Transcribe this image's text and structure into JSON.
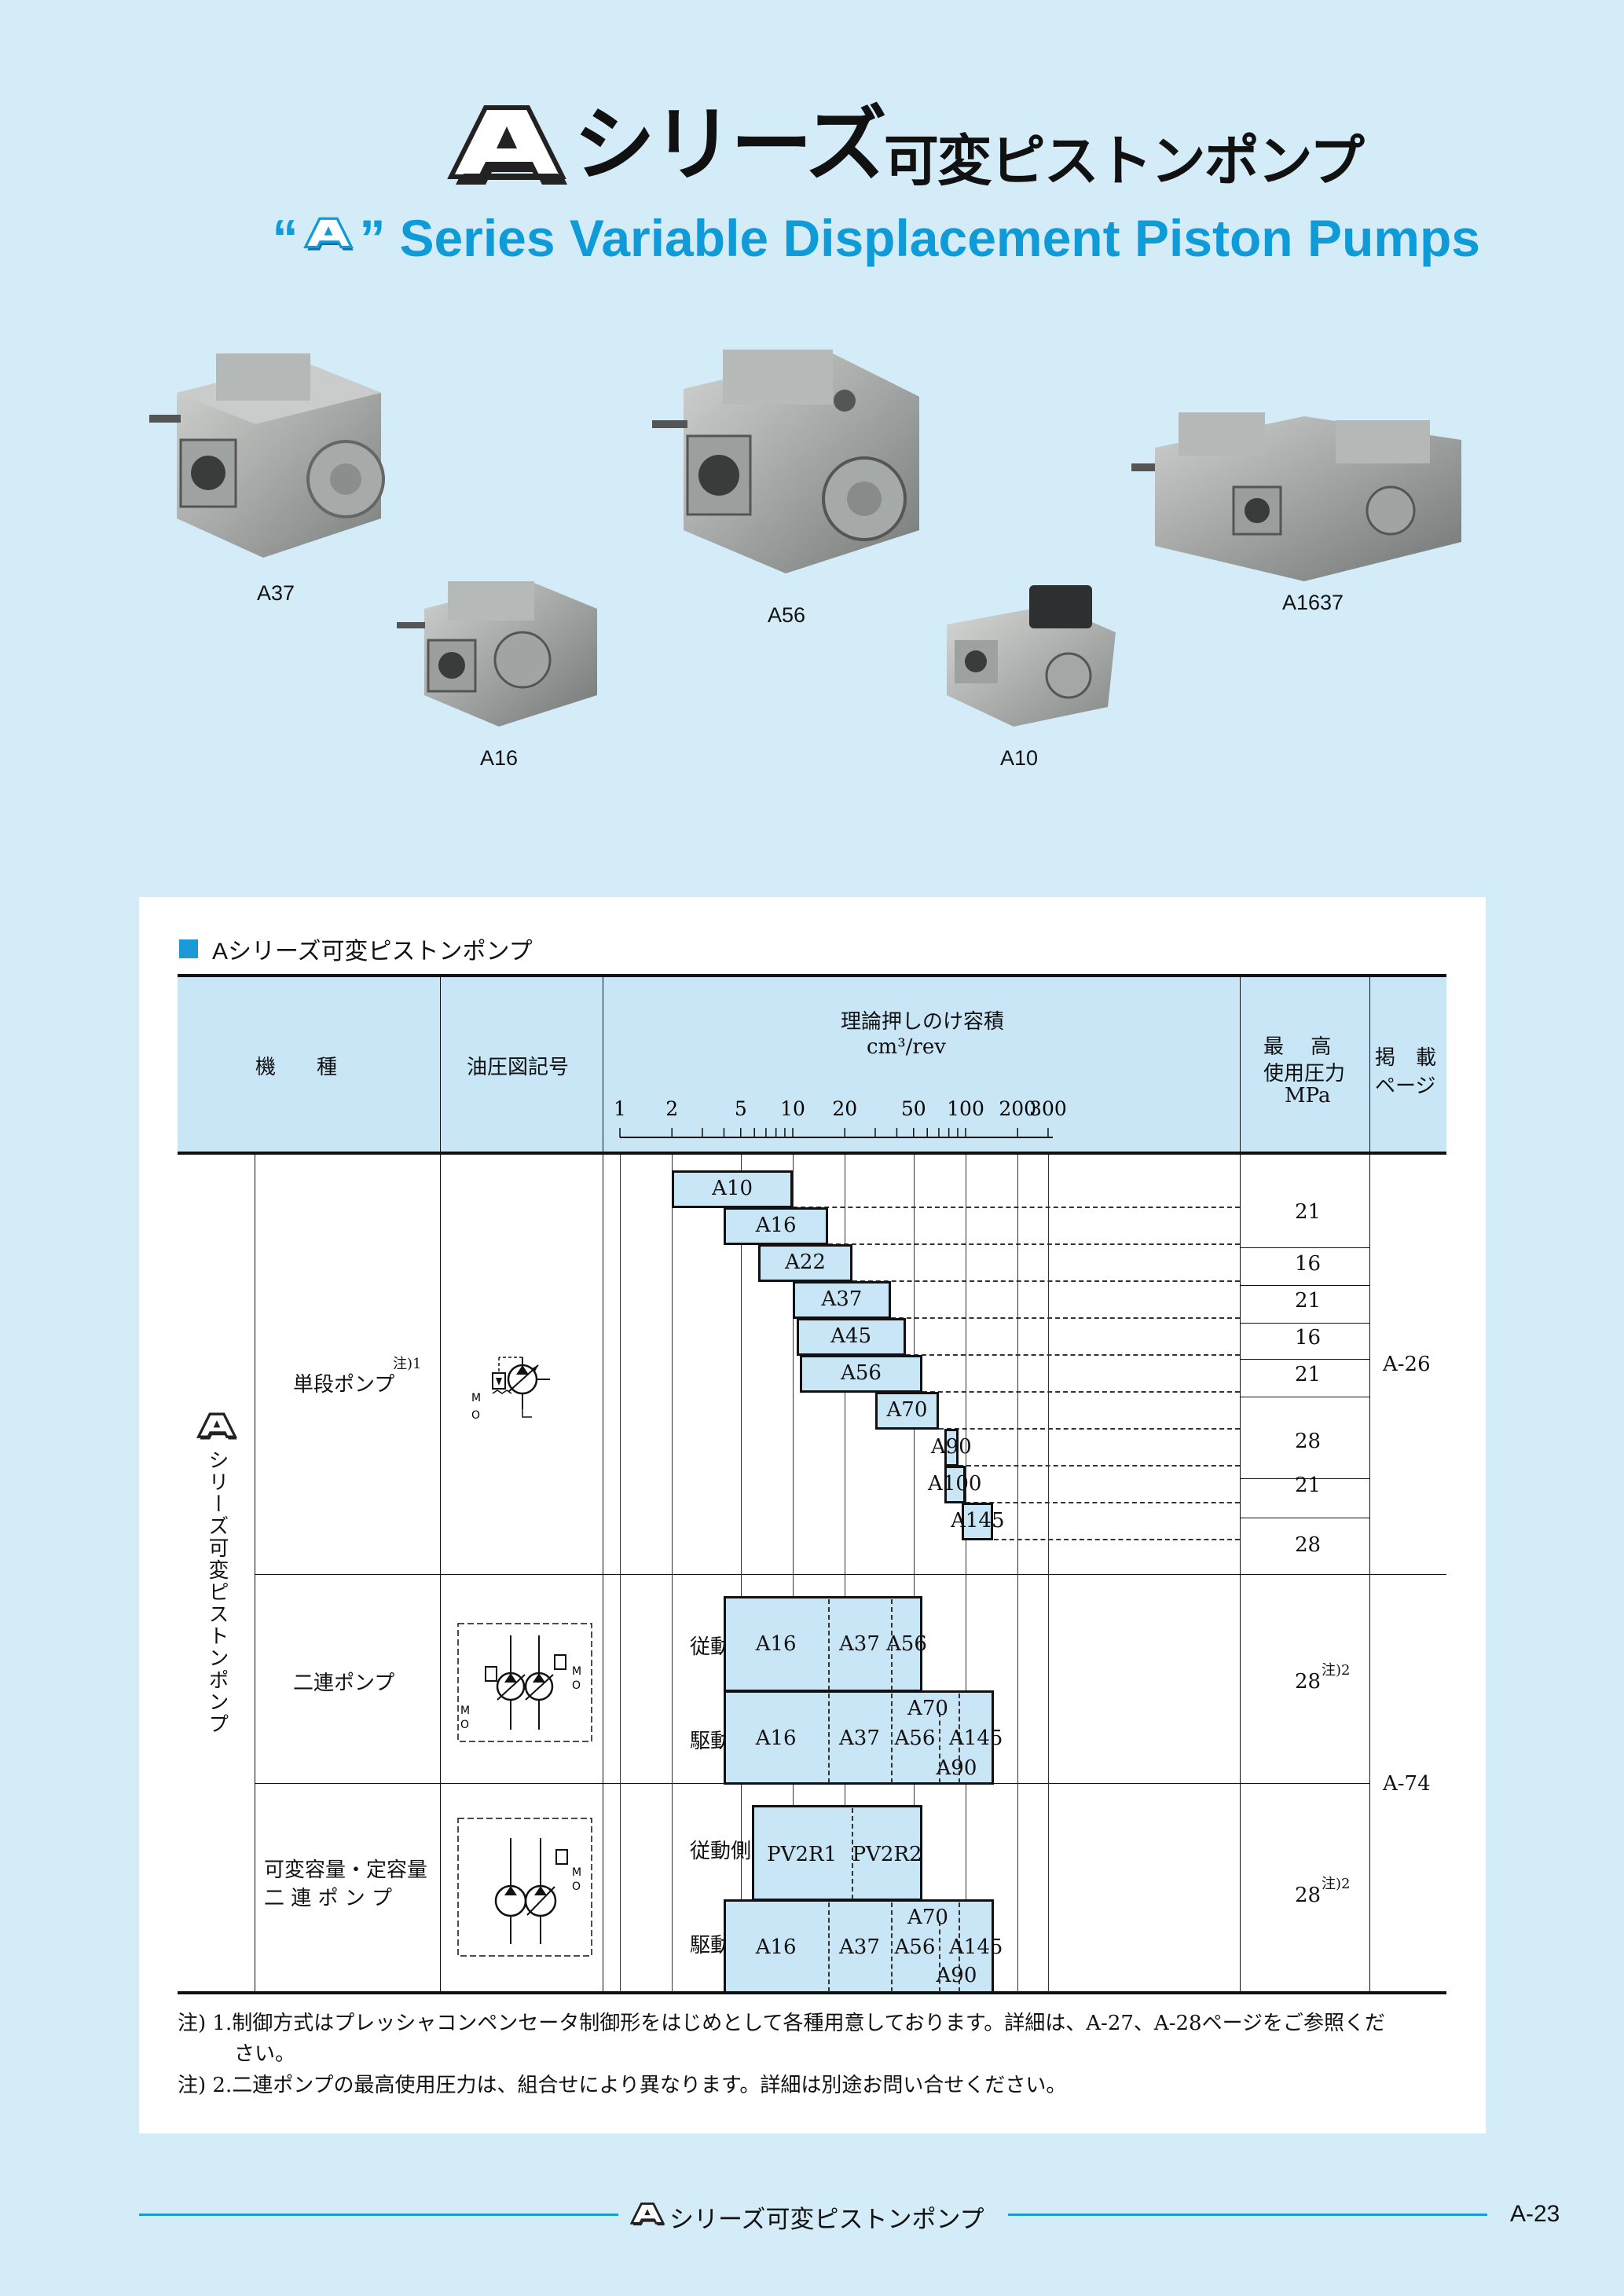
{
  "header": {
    "logo_letter": "A",
    "title_jp_big": "シリーズ",
    "title_jp_rest": "可変ピストンポンプ",
    "title_en_open_quote": "“",
    "title_en_close_quote": "”",
    "title_en": "Series Variable Displacement Piston Pumps"
  },
  "products": [
    {
      "label": "A37",
      "icon": "single-pump-photo"
    },
    {
      "label": "A16",
      "icon": "single-pump-photo"
    },
    {
      "label": "A56",
      "icon": "single-pump-photo"
    },
    {
      "label": "A10",
      "icon": "compact-pump-photo"
    },
    {
      "label": "A1637",
      "icon": "double-pump-photo"
    }
  ],
  "table": {
    "section_title": "Aシリーズ可変ピストンポンプ",
    "headers": {
      "model": "機　　種",
      "symbol": "油圧図記号",
      "displacement_line1": "理論押しのけ容積",
      "displacement_unit": "cm³/rev",
      "pressure": [
        "最　 高",
        "使用圧力",
        "MPa"
      ],
      "page": [
        "掲　載",
        "ページ"
      ]
    },
    "scale_ticks": [
      "1",
      "2",
      "5",
      "10",
      "20",
      "50",
      "100",
      "200",
      "300"
    ],
    "series_label": "シリーズ可変ピストンポンプ",
    "groups": [
      {
        "name": "単段ポンプ",
        "note_mark": "注)1",
        "rows": [
          {
            "model": "A10",
            "min": 2.0,
            "max": 10.0,
            "pressure": "21"
          },
          {
            "model": "A16",
            "min": 4.0,
            "max": 16.0,
            "pressure": ""
          },
          {
            "model": "A22",
            "min": 6.3,
            "max": 22.2,
            "pressure": "16"
          },
          {
            "model": "A37",
            "min": 10.0,
            "max": 36.9,
            "pressure": "21"
          },
          {
            "model": "A45",
            "min": 10.5,
            "max": 45.0,
            "pressure": "16"
          },
          {
            "model": "A56",
            "min": 11.0,
            "max": 56.2,
            "pressure": "21"
          },
          {
            "model": "A70",
            "min": 30.0,
            "max": 70.0,
            "pressure": "28"
          },
          {
            "model": "A90",
            "min": 75.0,
            "max": 91.0,
            "pressure": ""
          },
          {
            "model": "A100",
            "min": 75.0,
            "max": 100.0,
            "pressure": "21"
          },
          {
            "model": "A145",
            "min": 95.0,
            "max": 145.0,
            "pressure": "28"
          }
        ],
        "page": "A-26"
      },
      {
        "name": "二連ポンプ",
        "driven_label": "従動側",
        "drive_label": "駆動側",
        "driven_models": [
          "A16",
          "A37",
          "A56"
        ],
        "drive_models": [
          "A16",
          "A37",
          "A56",
          "A70",
          "A90",
          "A145"
        ],
        "pressure": "28",
        "pressure_note": "注)2"
      },
      {
        "name_line1": "可変容量・定容量",
        "name_line2": "二 連 ポ ン プ",
        "driven_label": "従動側",
        "drive_label": "駆動側",
        "driven_models": [
          "PV2R1",
          "PV2R2"
        ],
        "drive_models": [
          "A16",
          "A37",
          "A56",
          "A70",
          "A90",
          "A145"
        ],
        "pressure": "28",
        "pressure_note": "注)2",
        "page": "A-74"
      }
    ],
    "symbol_letters": {
      "m": "M",
      "o": "O"
    },
    "notes": [
      {
        "mark": "注) 1.",
        "text": "制御方式はプレッシャコンペンセータ制御形をはじめとして各種用意しております。詳細は、A-27、A-28ページをご参照くだ",
        "cont": "さい。"
      },
      {
        "mark": "注) 2.",
        "text": "二連ポンプの最高使用圧力は、組合せにより異なります。詳細は別途お問い合せください。"
      }
    ]
  },
  "footer": {
    "title": "シリーズ可変ピストンポンプ",
    "page": "A-23"
  },
  "colors": {
    "background": "#d4ecf8",
    "accent": "#0f9ad8",
    "bar_fill": "#c8e6f6"
  }
}
